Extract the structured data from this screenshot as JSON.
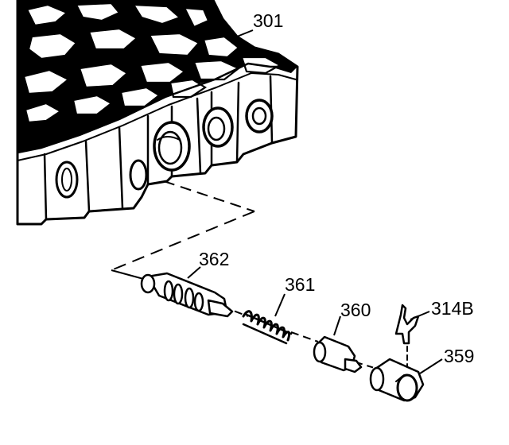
{
  "labels": {
    "housing": "301",
    "valve": "362",
    "spring": "361",
    "sleeve": "360",
    "clip": "314B",
    "plug": "359"
  },
  "colors": {
    "ink": "#000000",
    "paper": "#ffffff"
  }
}
